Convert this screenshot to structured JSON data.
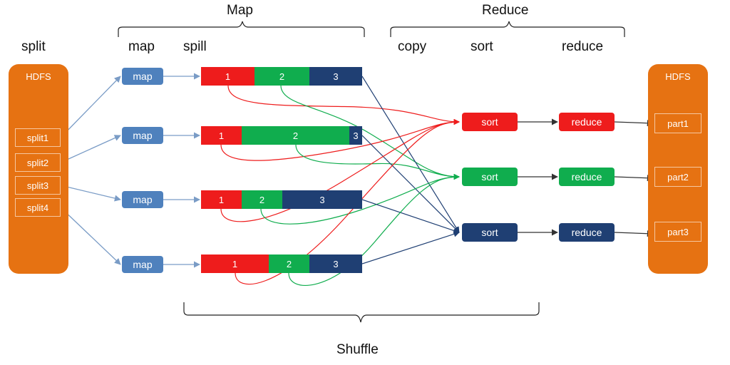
{
  "headers": {
    "map_phase": "Map",
    "reduce_phase": "Reduce",
    "split": "split",
    "map": "map",
    "spill": "spill",
    "copy": "copy",
    "sort": "sort",
    "reduce": "reduce",
    "shuffle": "Shuffle"
  },
  "hdfs_left": {
    "label": "HDFS",
    "splits": [
      "split1",
      "split2",
      "split3",
      "split4"
    ]
  },
  "map_tasks": [
    "map",
    "map",
    "map",
    "map"
  ],
  "spills": [
    {
      "segments": [
        {
          "label": "1",
          "color": "red",
          "share": 0.33
        },
        {
          "label": "2",
          "color": "green",
          "share": 0.34
        },
        {
          "label": "3",
          "color": "blue",
          "share": 0.33
        }
      ]
    },
    {
      "segments": [
        {
          "label": "1",
          "color": "red",
          "share": 0.25
        },
        {
          "label": "2",
          "color": "green",
          "share": 0.67
        },
        {
          "label": "3",
          "color": "blue",
          "share": 0.08
        }
      ]
    },
    {
      "segments": [
        {
          "label": "1",
          "color": "red",
          "share": 0.25
        },
        {
          "label": "2",
          "color": "green",
          "share": 0.25
        },
        {
          "label": "3",
          "color": "blue",
          "share": 0.5
        }
      ]
    },
    {
      "segments": [
        {
          "label": "1",
          "color": "red",
          "share": 0.42
        },
        {
          "label": "2",
          "color": "green",
          "share": 0.25
        },
        {
          "label": "3",
          "color": "blue",
          "share": 0.33
        }
      ]
    }
  ],
  "sort_tasks": [
    {
      "label": "sort",
      "color": "red"
    },
    {
      "label": "sort",
      "color": "green"
    },
    {
      "label": "sort",
      "color": "blue"
    }
  ],
  "reduce_tasks": [
    {
      "label": "reduce",
      "color": "red"
    },
    {
      "label": "reduce",
      "color": "green"
    },
    {
      "label": "reduce",
      "color": "blue"
    }
  ],
  "hdfs_right": {
    "label": "HDFS",
    "parts": [
      "part1",
      "part2",
      "part3"
    ]
  },
  "colors": {
    "red": "#ee1c1c",
    "green": "#10ad4e",
    "blue": "#1f3f73",
    "map_box": "#4f81bd",
    "hdfs": "#e67212",
    "arrow_light": "#7a9cc6",
    "arrow_dark": "#333333"
  }
}
